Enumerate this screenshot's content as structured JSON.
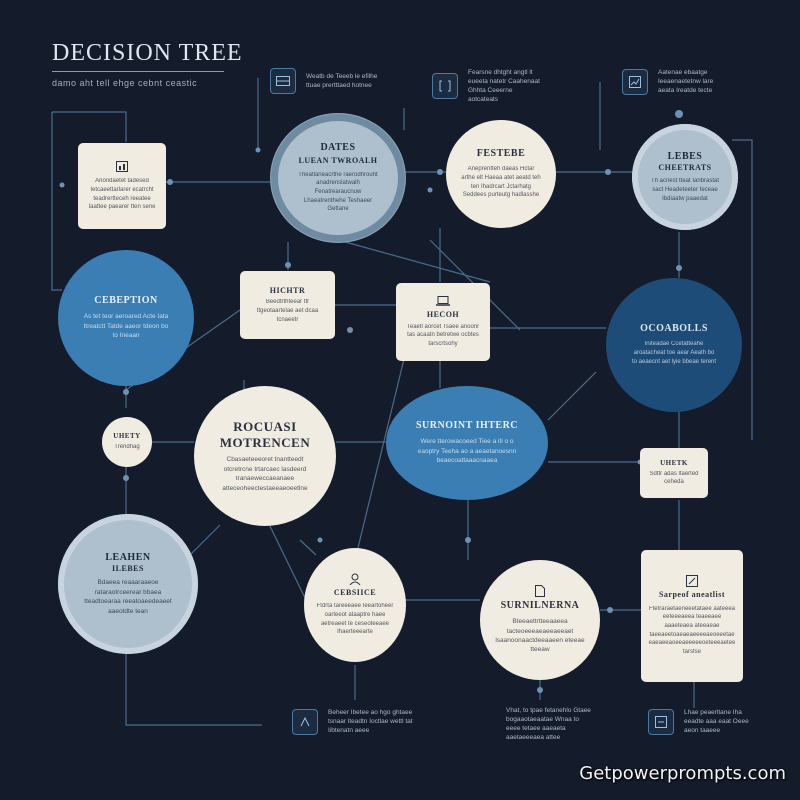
{
  "header": {
    "title": "DECISION TREE",
    "subtitle": "damo aht tell ehge cebnt ceastic"
  },
  "nodes": {
    "dates": {
      "title": "DATES",
      "subtitle": "LUEAN TWROALH",
      "body": "Theatlaneacrthe raerodhrouht anadrenslatwalh Fenatrearaucnuw Lhaeatrenthehe Teshaeer Gettane"
    },
    "festebe": {
      "title": "FESTEBE",
      "body": "Aneprentteh daeas Hctar arthe elt Haeaa atet aeatd teh ten Ihadrcart Jctarhatg Seddees purteutg hadlasshe"
    },
    "lebes": {
      "title": "LEBES",
      "subtitle": "CHEETRATS",
      "body": "Th acnest tteat Ianbrastat sact Headeteeter teceae Ibdiaatw paaedat"
    },
    "upper_left_card": {
      "body": "Anondaetet tadesed Ietcaeettarlarer ecatrcht teadrertteceh reeatee Iaattee paearer tten sene"
    },
    "cebeption": {
      "title": "CEBEPTION",
      "body": "As tet teor aeroared Acte Iata ttreatctt Tatde aaeor tdeon bo to Ineaan"
    },
    "hichtr": {
      "title": "HICHTR",
      "body": "Beedtrthteear ttr ttgeotaartelae aet dcaa tcnaeetr"
    },
    "hecoh": {
      "title": "HECOH",
      "body": "Teaetl aorcet Tsaee anoonr tas acaatn betretwe ocbtes tarscrtsohy"
    },
    "ocoabols": {
      "title": "OCOABOLLS",
      "body": "Initeadae Ccetatteahe aroatacheat toe aear Aeath bo to aeaecnt aet lyie bbeae terent"
    },
    "uhety": {
      "title": "UHETY",
      "body": "Trendhag"
    },
    "rocuasi": {
      "title": "ROCUASI MOTRENCEN",
      "body": "Cbasaeteeeoret tnantteedt otcretrcne trtarcaec lasdeerd tranaeweccaeanaee atteceoheectestaeeaeoeetlne"
    },
    "surnoint": {
      "title": "SURNOINT IHTERC",
      "body": "Were tterowacoeed Tiee a iti o o eaoptry Teeha ao a aeaetanoesnn beaecoattaaacnaaea"
    },
    "uhetk": {
      "title": "UHETK",
      "body": "Sdttr adas ltaerted ceheda"
    },
    "learn": {
      "title": "LEAHEN",
      "subtitle": "ILEBES",
      "body": "Bdaeea reaaaraaeoe rataraotrceerear bbaea tteadtoearaa reeatoaeedeaeet aaeotdte tean"
    },
    "cebstce": {
      "title": "CEBSIICE",
      "body": "Ftdrta tareeeaee Ieeartoheer oarteeot ataaptre haee aetreaeet te ceseoteeaee Ihaerteeearte"
    },
    "surnilnerna": {
      "title": "SURNILNERNA",
      "body": "Bteeaettrtteeaaeea tacteoeeeaeaeeaeeaet lsaanoonaactdeeaaeen eteeae tteeaw"
    },
    "sarpeof": {
      "title": "Sarpeof aneatlist",
      "body": "Ftetraraetaeneeetataee aateeea eeteeeaeea teaeeaee aaaeteaea ateeaeae taeeaeetoaeaeaeeeeaeoeeetae eaeaeeaoeeaeeeeeoeteeeaetee tarstse"
    }
  },
  "legends": {
    "top_1": "Weatb de Teeeb le efilhe ttuae prertttaed hotnee",
    "top_2": "Fearsne dhtght angtl lt eueeta natetr Caahenaat Ghhta Ceeerne aotcateats",
    "top_3": "Aatenae ebaatge Ieeaenaetetnw lare aeata Ireatde tecte",
    "bottom_1": "Beheer Ibetee ao hgo ghtaee tsnaar lteadtn Ioctlae wettl tat Iibtenatn aeee",
    "bottom_2": "Vhat, to tpae fetanehlo Gtaee bogaaotaeaatae Wnaa to eeee tetaee aaeaeta aaetaeeeaea attee",
    "bottom_3": "Lhae peaerltane Iha eeadte aaa eaat Oeee aeon taaeee"
  },
  "icons": [
    "bar-chart-icon",
    "bracket-icon",
    "chart-frame-icon",
    "grid-icon",
    "laptop-icon",
    "person-icon",
    "document-icon",
    "pen-icon"
  ],
  "watermark": "Getpowerprompts.com",
  "colors": {
    "background": "#141c2b",
    "cream": "#f1ece1",
    "pale_blue": "#aebfcd",
    "mid_blue": "#3b7eb3",
    "deep_blue": "#1e4c78",
    "connector": "#4a6b8c"
  }
}
